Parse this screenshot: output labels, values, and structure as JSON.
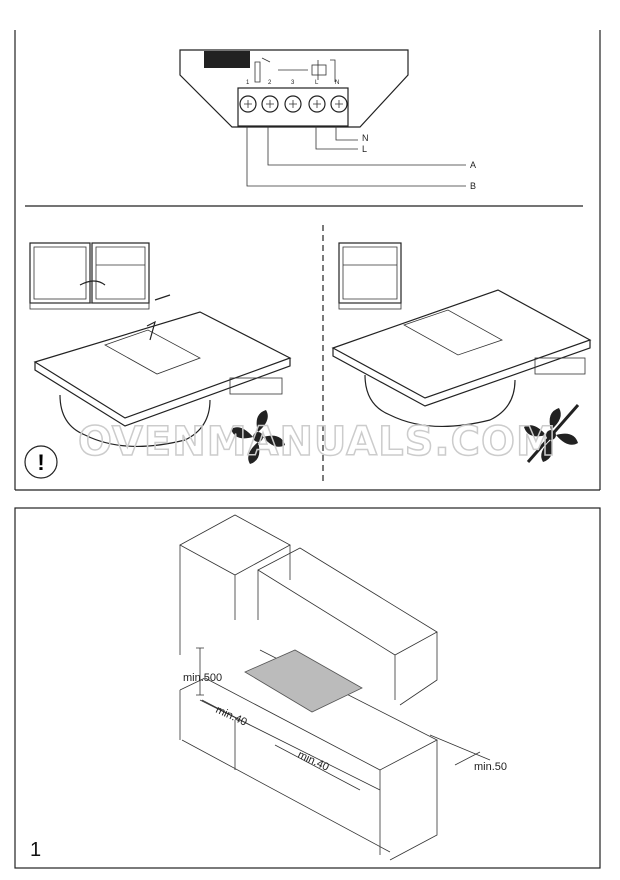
{
  "wiring": {
    "terminals": [
      "1",
      "2",
      "3",
      "L",
      "N"
    ],
    "labels": {
      "n": "N",
      "l": "L",
      "a": "A",
      "b": "B"
    }
  },
  "warning": {
    "symbol": "!"
  },
  "watermark": "OVENMANUALS.COM",
  "installation": {
    "dimensions": {
      "height": "min.500",
      "left": "min.40",
      "front": "min.40",
      "rear": "min.50"
    },
    "figure_number": "1"
  }
}
